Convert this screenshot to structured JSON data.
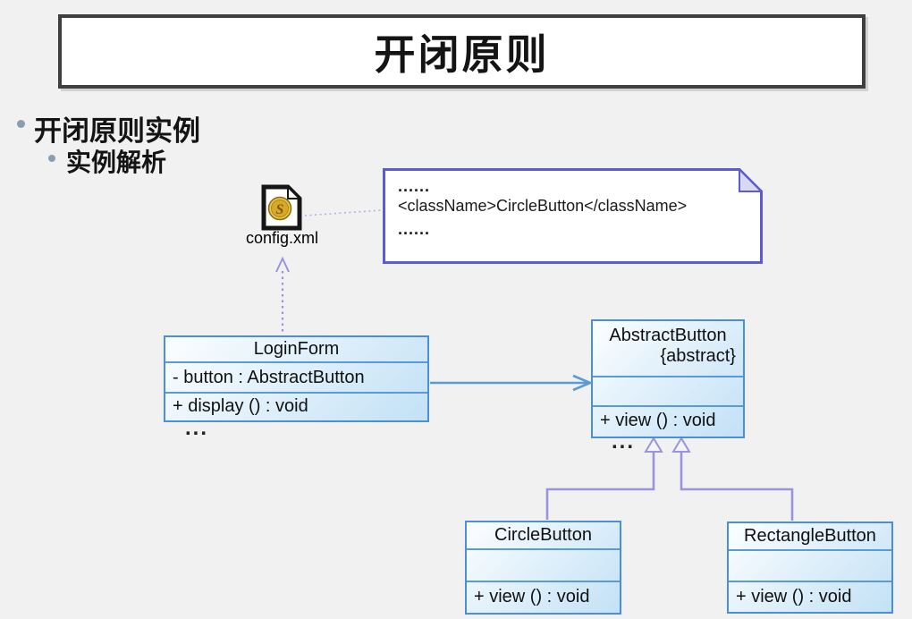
{
  "slide_title": "开闭原则",
  "bullets": {
    "level1": "开闭原则实例",
    "level2": "实例解析"
  },
  "artifact": {
    "label": "config.xml",
    "icon": "xml-file-icon"
  },
  "note": {
    "lines": [
      "......",
      "<className>CircleButton</className>",
      "......"
    ]
  },
  "classes": {
    "login_form": {
      "name": "LoginForm",
      "attributes": [
        "- button : AbstractButton"
      ],
      "operations": [
        "+ display () : void"
      ],
      "more": "..."
    },
    "abstract_button": {
      "name": "AbstractButton",
      "stereotype": "{abstract}",
      "attributes": [],
      "operations": [
        "+ view () : void"
      ],
      "more": "..."
    },
    "circle_button": {
      "name": "CircleButton",
      "attributes": [],
      "operations": [
        "+ view () : void"
      ]
    },
    "rectangle_button": {
      "name": "RectangleButton",
      "attributes": [],
      "operations": [
        "+ view () : void"
      ]
    }
  },
  "relationships": {
    "dependency": "LoginForm ..> config.xml (dashed arrow)",
    "association": "LoginForm -> AbstractButton (open arrow)",
    "inheritance_left": "CircleButton --|> AbstractButton",
    "inheritance_right": "RectangleButton --|> AbstractButton"
  },
  "colors": {
    "background": "#f1f1f2",
    "title_border": "#3f3f3f",
    "bullet_dot": "#8a9fad",
    "class_border": "#4a90d8",
    "class_separator": "#5b9bd5",
    "class_fill_light": "#fcfeff",
    "class_fill_dark": "#c3e1f6",
    "association_line": "#5b9bd5",
    "inheritance_line": "#9a94dd",
    "note_border": "#5c5ccf",
    "icon_gold": "#d8a929"
  }
}
